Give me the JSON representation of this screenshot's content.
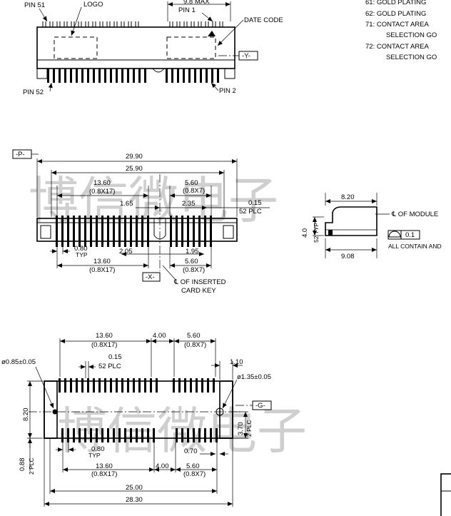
{
  "notes": [
    "61: GOLD PLATING",
    "62: GOLD PLATING",
    "71: CONTACT AREA",
    "SELECTION GO",
    "72: CONTACT AREA",
    "SELECTION GO"
  ],
  "top_view": {
    "pin51": "PIN 51",
    "logo": "LOGO",
    "max": "9.8 MAX",
    "pin1": "PIN 1",
    "date_code": "DATE CODE",
    "datum_y": "-Y-",
    "pin52": "PIN 52",
    "pin2": "PIN 2"
  },
  "front_view": {
    "datum_p": "-P-",
    "d_2990": "29.90",
    "d_2590": "25.90",
    "d_1360": "13.60",
    "d_08x17": "(0.8X17)",
    "d_560": "5.60",
    "d_08x7": "(0.8X7)",
    "d_165": "1.65",
    "d_235": "2.35",
    "d_015": "0.15",
    "plc52": "52 PLC",
    "d_080": "0.80",
    "typ": "TYP",
    "d_205": "2.05",
    "d_195": "1.95",
    "d_1360b": "13.60",
    "d_08x17b": "(0.8X17)",
    "d_560b": "5.60",
    "d_08x7b": "(0.8X7)",
    "datum_x": "-X-",
    "card_key_1": "℄ OF INSERTED",
    "card_key_2": "CARD KEY"
  },
  "side_view": {
    "d_820": "8.20",
    "d_40": "4.0",
    "typ52": "52 TYP",
    "module": "℄ OF MODULE",
    "tol_value": "0.1",
    "contain": "ALL CONTAIN AND",
    "d_908": "9.08"
  },
  "bottom_view": {
    "d_1360": "13.60",
    "d_08x17": "(0.8X17)",
    "d_400": "4.00",
    "d_560": "5.60",
    "d_08x7": "(0.8X7)",
    "hole_left": "ø0.85±0.05",
    "d_015": "0.15",
    "plc52": "52 PLC",
    "d_110": "1.10",
    "hole_right": "ø1.35±0.05",
    "datum_g": "-G-",
    "d_820": "8.20",
    "d_370": "3.70",
    "plc2": "2 PLC",
    "d_080": "0.80",
    "typ": "TYP",
    "d_070": "0.70",
    "d_088": "0.88",
    "plc2b": "2 PLC",
    "d_1360b": "13.60",
    "d_08x17b": "(0.8X17)",
    "d_400b": "4.00",
    "d_560b": "5.60",
    "d_08x7b": "(0.8X7)",
    "d_2500": "25.00",
    "d_2830": "28.30"
  },
  "watermark": [
    "博信微电子",
    "博信微电子"
  ]
}
